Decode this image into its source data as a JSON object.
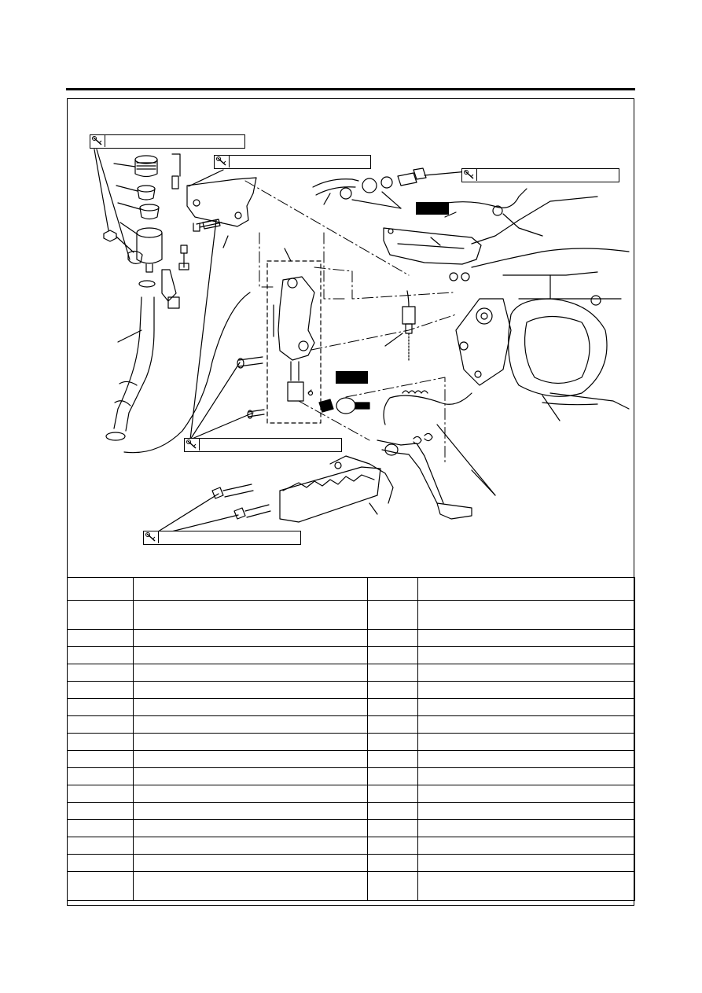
{
  "page": {
    "title": "",
    "subtitle": ""
  },
  "torque_specs": [
    {
      "id": "master-cylinder-bolts",
      "value": ""
    },
    {
      "id": "bracket-bolt",
      "value": ""
    },
    {
      "id": "union-bolt",
      "value": ""
    },
    {
      "id": "pivot-bolt",
      "value": ""
    },
    {
      "id": "footrest-bolts",
      "value": ""
    }
  ],
  "badges": [
    {
      "id": "new-part",
      "label": ""
    },
    {
      "id": "grease",
      "label": ""
    }
  ],
  "table": {
    "headers": [
      "",
      "",
      "",
      ""
    ],
    "rows": [
      [
        "",
        "",
        "",
        ""
      ],
      [
        "",
        "",
        "",
        ""
      ],
      [
        "",
        "",
        "",
        ""
      ],
      [
        "",
        "",
        "",
        ""
      ],
      [
        "",
        "",
        "",
        ""
      ],
      [
        "",
        "",
        "",
        ""
      ],
      [
        "",
        "",
        "",
        ""
      ],
      [
        "",
        "",
        "",
        ""
      ],
      [
        "",
        "",
        "",
        ""
      ],
      [
        "",
        "",
        "",
        ""
      ],
      [
        "",
        "",
        "",
        ""
      ],
      [
        "",
        "",
        "",
        ""
      ],
      [
        "",
        "",
        "",
        ""
      ],
      [
        "",
        "",
        "",
        ""
      ],
      [
        "",
        "",
        "",
        ""
      ],
      [
        "",
        "",
        "",
        ""
      ]
    ],
    "tall_rows": [
      0,
      15
    ]
  },
  "icons": {
    "torque": "wrench-icon"
  }
}
